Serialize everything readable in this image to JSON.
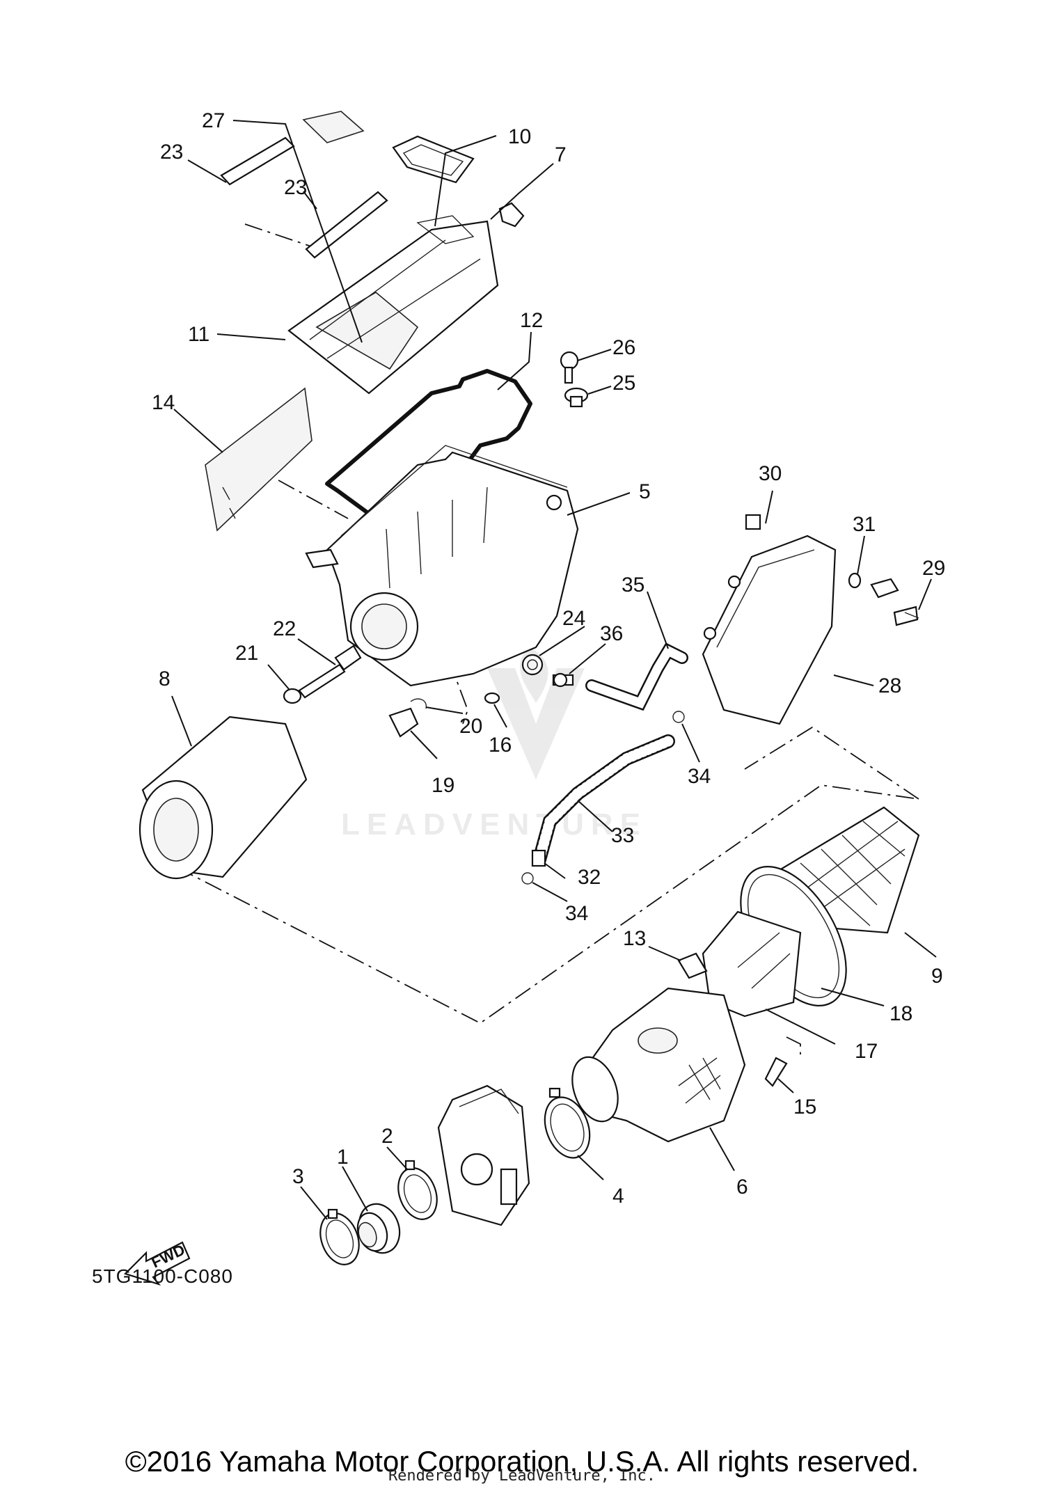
{
  "diagram": {
    "callouts": [
      {
        "id": "c27",
        "text": "27"
      },
      {
        "id": "c10",
        "text": "10"
      },
      {
        "id": "c23a",
        "text": "23"
      },
      {
        "id": "c23b",
        "text": "23"
      },
      {
        "id": "c7",
        "text": "7"
      },
      {
        "id": "c11",
        "text": "11"
      },
      {
        "id": "c12",
        "text": "12"
      },
      {
        "id": "c26",
        "text": "26"
      },
      {
        "id": "c25",
        "text": "25"
      },
      {
        "id": "c14",
        "text": "14"
      },
      {
        "id": "c5",
        "text": "5"
      },
      {
        "id": "c30",
        "text": "30"
      },
      {
        "id": "c31",
        "text": "31"
      },
      {
        "id": "c29",
        "text": "29"
      },
      {
        "id": "c35",
        "text": "35"
      },
      {
        "id": "c24",
        "text": "24"
      },
      {
        "id": "c36",
        "text": "36"
      },
      {
        "id": "c22",
        "text": "22"
      },
      {
        "id": "c21",
        "text": "21"
      },
      {
        "id": "c8",
        "text": "8"
      },
      {
        "id": "c28",
        "text": "28"
      },
      {
        "id": "c20",
        "text": "20"
      },
      {
        "id": "c16",
        "text": "16"
      },
      {
        "id": "c19",
        "text": "19"
      },
      {
        "id": "c34a",
        "text": "34"
      },
      {
        "id": "c33",
        "text": "33"
      },
      {
        "id": "c32",
        "text": "32"
      },
      {
        "id": "c34b",
        "text": "34"
      },
      {
        "id": "c9",
        "text": "9"
      },
      {
        "id": "c13",
        "text": "13"
      },
      {
        "id": "c18",
        "text": "18"
      },
      {
        "id": "c17",
        "text": "17"
      },
      {
        "id": "c15",
        "text": "15"
      },
      {
        "id": "c2",
        "text": "2"
      },
      {
        "id": "c1",
        "text": "1"
      },
      {
        "id": "c3",
        "text": "3"
      },
      {
        "id": "c4",
        "text": "4"
      },
      {
        "id": "c6",
        "text": "6"
      }
    ],
    "fwd_label": "FWD",
    "drawing_code": "5TG1100-C080",
    "watermark": "LEADVENTURE"
  },
  "footer": {
    "copyright": "©2016 Yamaha Motor Corporation, U.S.A. All rights reserved.",
    "rendered_by": "Rendered by LeadVenture, Inc."
  }
}
